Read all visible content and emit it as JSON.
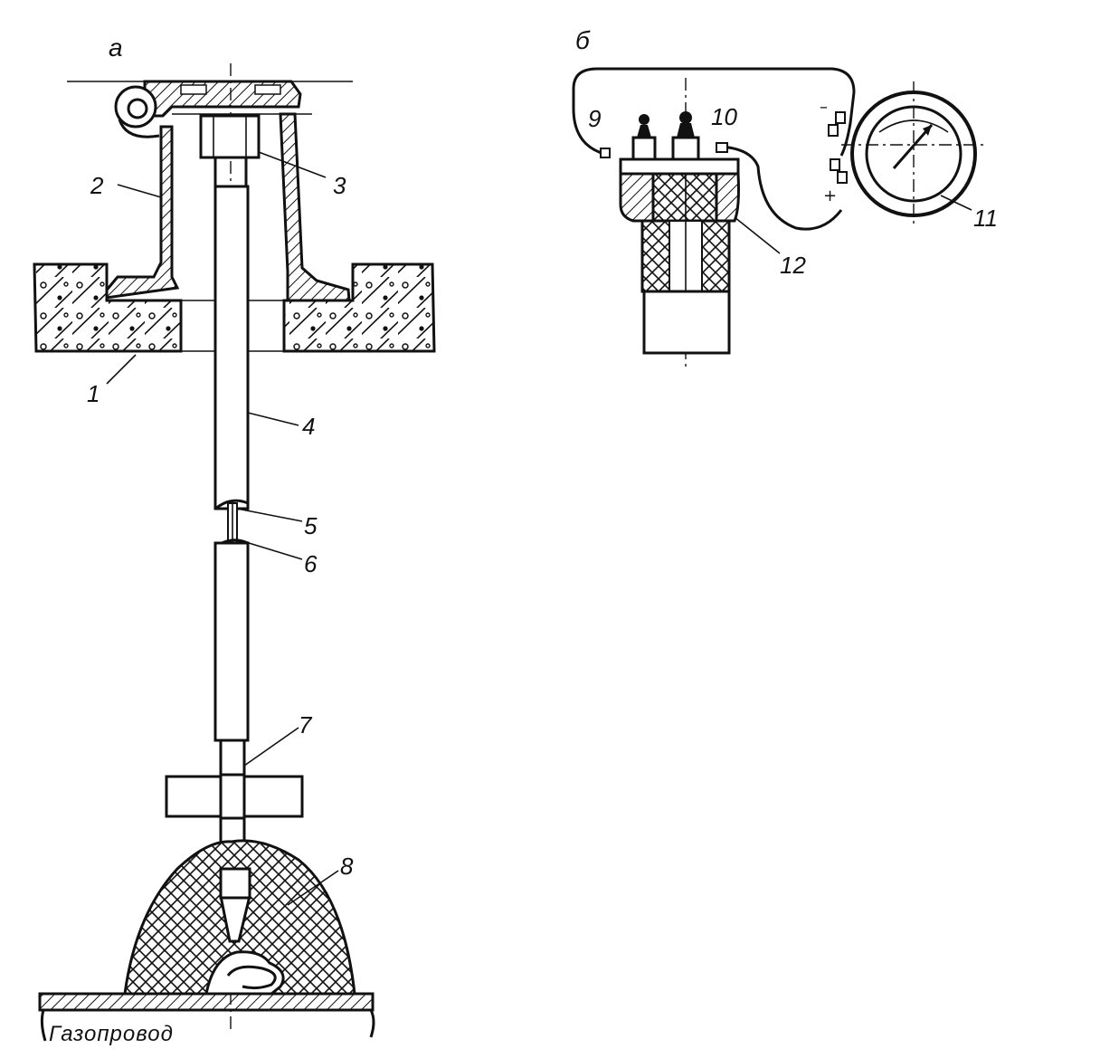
{
  "panels": {
    "a": {
      "label": "а"
    },
    "b": {
      "label": "б"
    }
  },
  "callouts": [
    "1",
    "2",
    "3",
    "4",
    "5",
    "6",
    "7",
    "8",
    "9",
    "10",
    "11",
    "12"
  ],
  "caption": "Газопровод",
  "polarity": {
    "minus": "–",
    "plus": "+"
  }
}
